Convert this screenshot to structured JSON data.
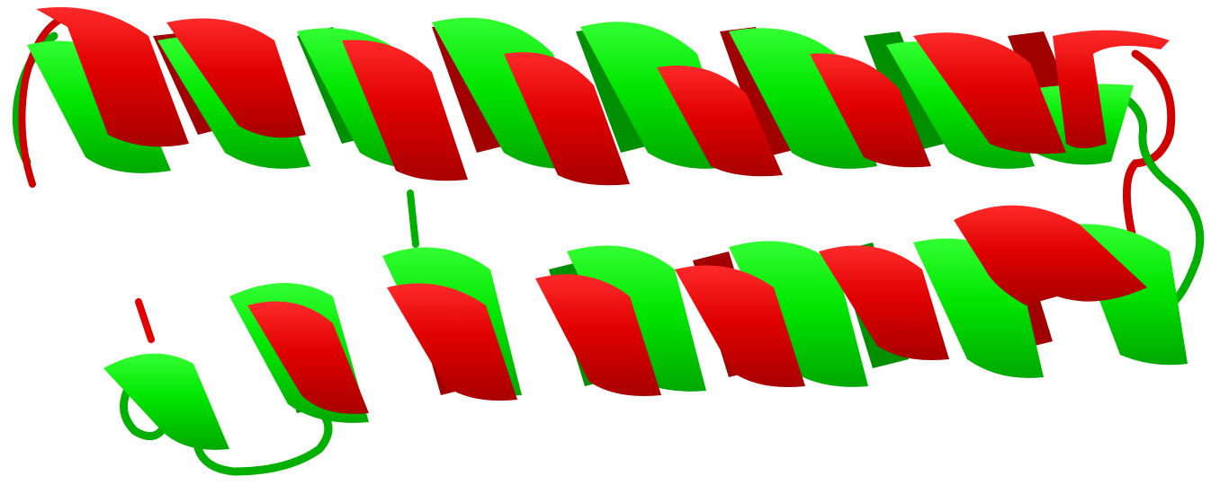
{
  "image": {
    "kind": "protein-structure-cartoon",
    "background_color": "#ffffff",
    "representation": "ribbon",
    "structures": [
      {
        "id": "structure-a",
        "color_name": "red",
        "colors": {
          "light": "#ff1a1a",
          "mid": "#e00000",
          "dark": "#a80000",
          "deep": "#7a0000"
        }
      },
      {
        "id": "structure-b",
        "color_name": "green",
        "colors": {
          "light": "#33ff33",
          "mid": "#00e600",
          "dark": "#00a800",
          "deep": "#007a00"
        }
      }
    ],
    "helices": [
      {
        "name": "upper-helix",
        "turns": 8
      },
      {
        "name": "lower-helix",
        "turns": 7
      }
    ]
  }
}
